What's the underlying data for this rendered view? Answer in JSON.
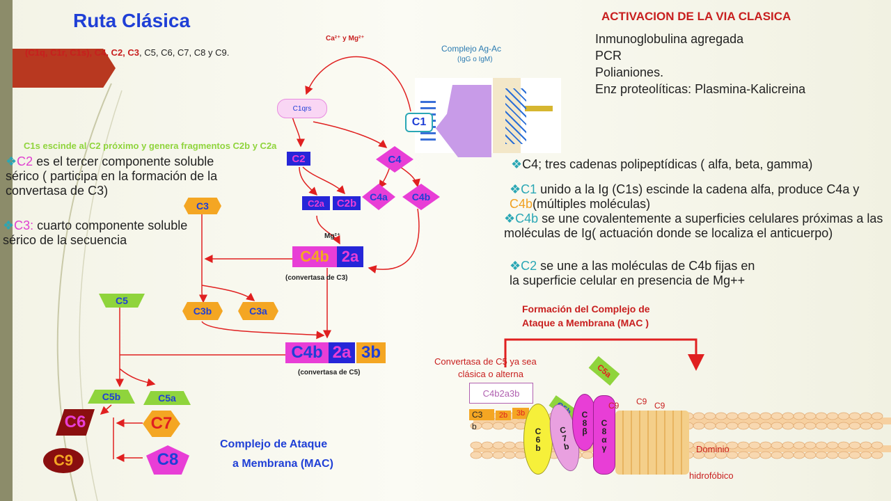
{
  "title": "Ruta Clásica",
  "subtitle": {
    "part1": "(C1q, C1r, C1s)",
    "part2": ", C4, C2, C3",
    "part3": ", C5, C6, C7, C8 y C9."
  },
  "heading_right": "ACTIVACION DE LA VIA CLASICA",
  "activators": [
    "Inmunoglobulina agregada",
    "PCR",
    "Polianiones.",
    "Enz proteolíticas: Plasmina-Kalicreina"
  ],
  "labels": {
    "ca_mg": "Ca²⁺ y Mg²⁺",
    "complejo": "Complejo Ag-Ac",
    "complejo_sub": "(IgG o IgM)",
    "c1qrs": "C1qrs",
    "c1": "C1",
    "c1s_note": "C1s escinde al C2 próximo y genera fragmentos C2b y C2a",
    "c2": "C2",
    "c4": "C4",
    "c2a": "C2a",
    "c2b": "C2b",
    "c4a": "C4a",
    "c4b": "C4b",
    "c3": "C3",
    "mg": "Mg²⁺",
    "conv_c4b": "C4b",
    "conv_2a": "2a",
    "conv_c3_label": "(convertasa de C3)",
    "c5": "C5",
    "c3b": "C3b",
    "c3a": "C3a",
    "conv5_c4b": "C4b",
    "conv5_2a": "2a",
    "conv5_3b": "3b",
    "conv_c5_label": "(convertasa de C5)",
    "c5b": "C5b",
    "c5a": "C5a",
    "c6": "C6",
    "c7": "C7",
    "c9": "C9",
    "c8": "C8",
    "mac_title_1": "Complejo de Ataque",
    "mac_title_2": "a Membrana (MAC)"
  },
  "left_text": {
    "c2_hl": "C2",
    "c2_rest": " es el tercer componente soluble sérico ( participa en la formación de la convertasa de C3)",
    "c3_hl": "C3:",
    "c3_rest": " cuarto componente soluble sérico de la secuencia"
  },
  "right_text": {
    "p1": "C4; tres cadenas polipeptídicas ( alfa, beta, gamma)",
    "p2_hl": "C1",
    "p2_a": " unido a la Ig (C1s) escinde la cadena alfa, produce C4a y ",
    "p2_hl2": "C4b",
    "p2_b": "(múltiples moléculas)",
    "p3_hl": "C4b",
    "p3_rest": " se une covalentemente a superficies celulares próximas a las moléculas de Ig( actuación donde se localiza el anticuerpo)",
    "p4_hl": "C2",
    "p4_rest": " se une a las moléculas de C4b fijas en la superficie celular en presencia de Mg++"
  },
  "mac_panel": {
    "title_1": "Formación del Complejo de",
    "title_2": "Ataque a Membrana (MAC )",
    "conv_1": "Convertasa de C5 ya sea",
    "conv_2": "clásica o alterna",
    "c4b2a3b": "C4b2a3b",
    "c5a": "C5a",
    "c5b": "C5b",
    "c3b_a": "C3",
    "c3b_b": "b",
    "frag_2b": "2b",
    "frag_3b": "3b",
    "c6b": "C6b",
    "c7b": "C7b",
    "c8b": "C8β",
    "c8ag": "C8αγ",
    "c9a": "C9",
    "c9b": "C9",
    "c9c": "C9",
    "dominio": "Dominio",
    "hidrofobico": "hidrofóbico"
  },
  "colors": {
    "title": "#1f3fd6",
    "red_heading": "#c81e1e",
    "hex_orange": "#f4a623",
    "green": "#8fd43c",
    "magenta": "#e83ed6",
    "blue": "#2626d8",
    "accent_teal": "#2aa7b5"
  }
}
